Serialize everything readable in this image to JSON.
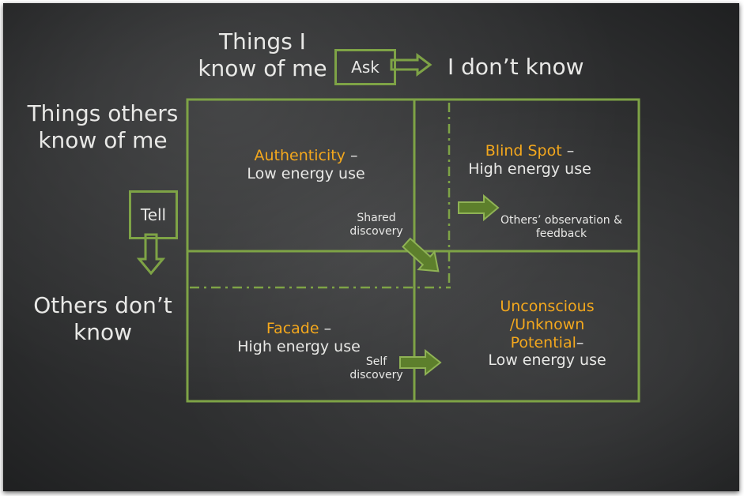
{
  "header": {
    "known_to_self": "Things I know of me",
    "known_to_self_line1": "Things I",
    "known_to_self_line2": "know of me",
    "ask": "Ask",
    "unknown_to_self": "I don’t know"
  },
  "side": {
    "known_to_others_line1": "Things others",
    "known_to_others_line2": "know of me",
    "tell": "Tell",
    "unknown_to_others_line1": "Others don’t",
    "unknown_to_others_line2": "know"
  },
  "quadrants": {
    "top_left": {
      "title": "Authenticity",
      "dash": " –",
      "sub": "Low energy use"
    },
    "top_right": {
      "title": "Blind Spot",
      "dash": " –",
      "sub": "High energy use"
    },
    "bottom_left": {
      "title": "Facade",
      "dash": " –",
      "sub": "High energy use"
    },
    "bottom_right": {
      "title_line1": "Unconscious",
      "title_line2": "/Unknown",
      "title_line3": "Potential",
      "dash": "–",
      "sub": "Low energy use"
    }
  },
  "arrows": {
    "shared_line1": "Shared",
    "shared_line2": "discovery",
    "self_line1": "Self",
    "self_line2": "discovery",
    "observation_line1": "Others’ observation &",
    "observation_line2": "feedback"
  },
  "colors": {
    "line": "#7ea346",
    "highlight": "#f4a81d",
    "chalk": "#e8e8e6",
    "board": "#2e2f30"
  }
}
